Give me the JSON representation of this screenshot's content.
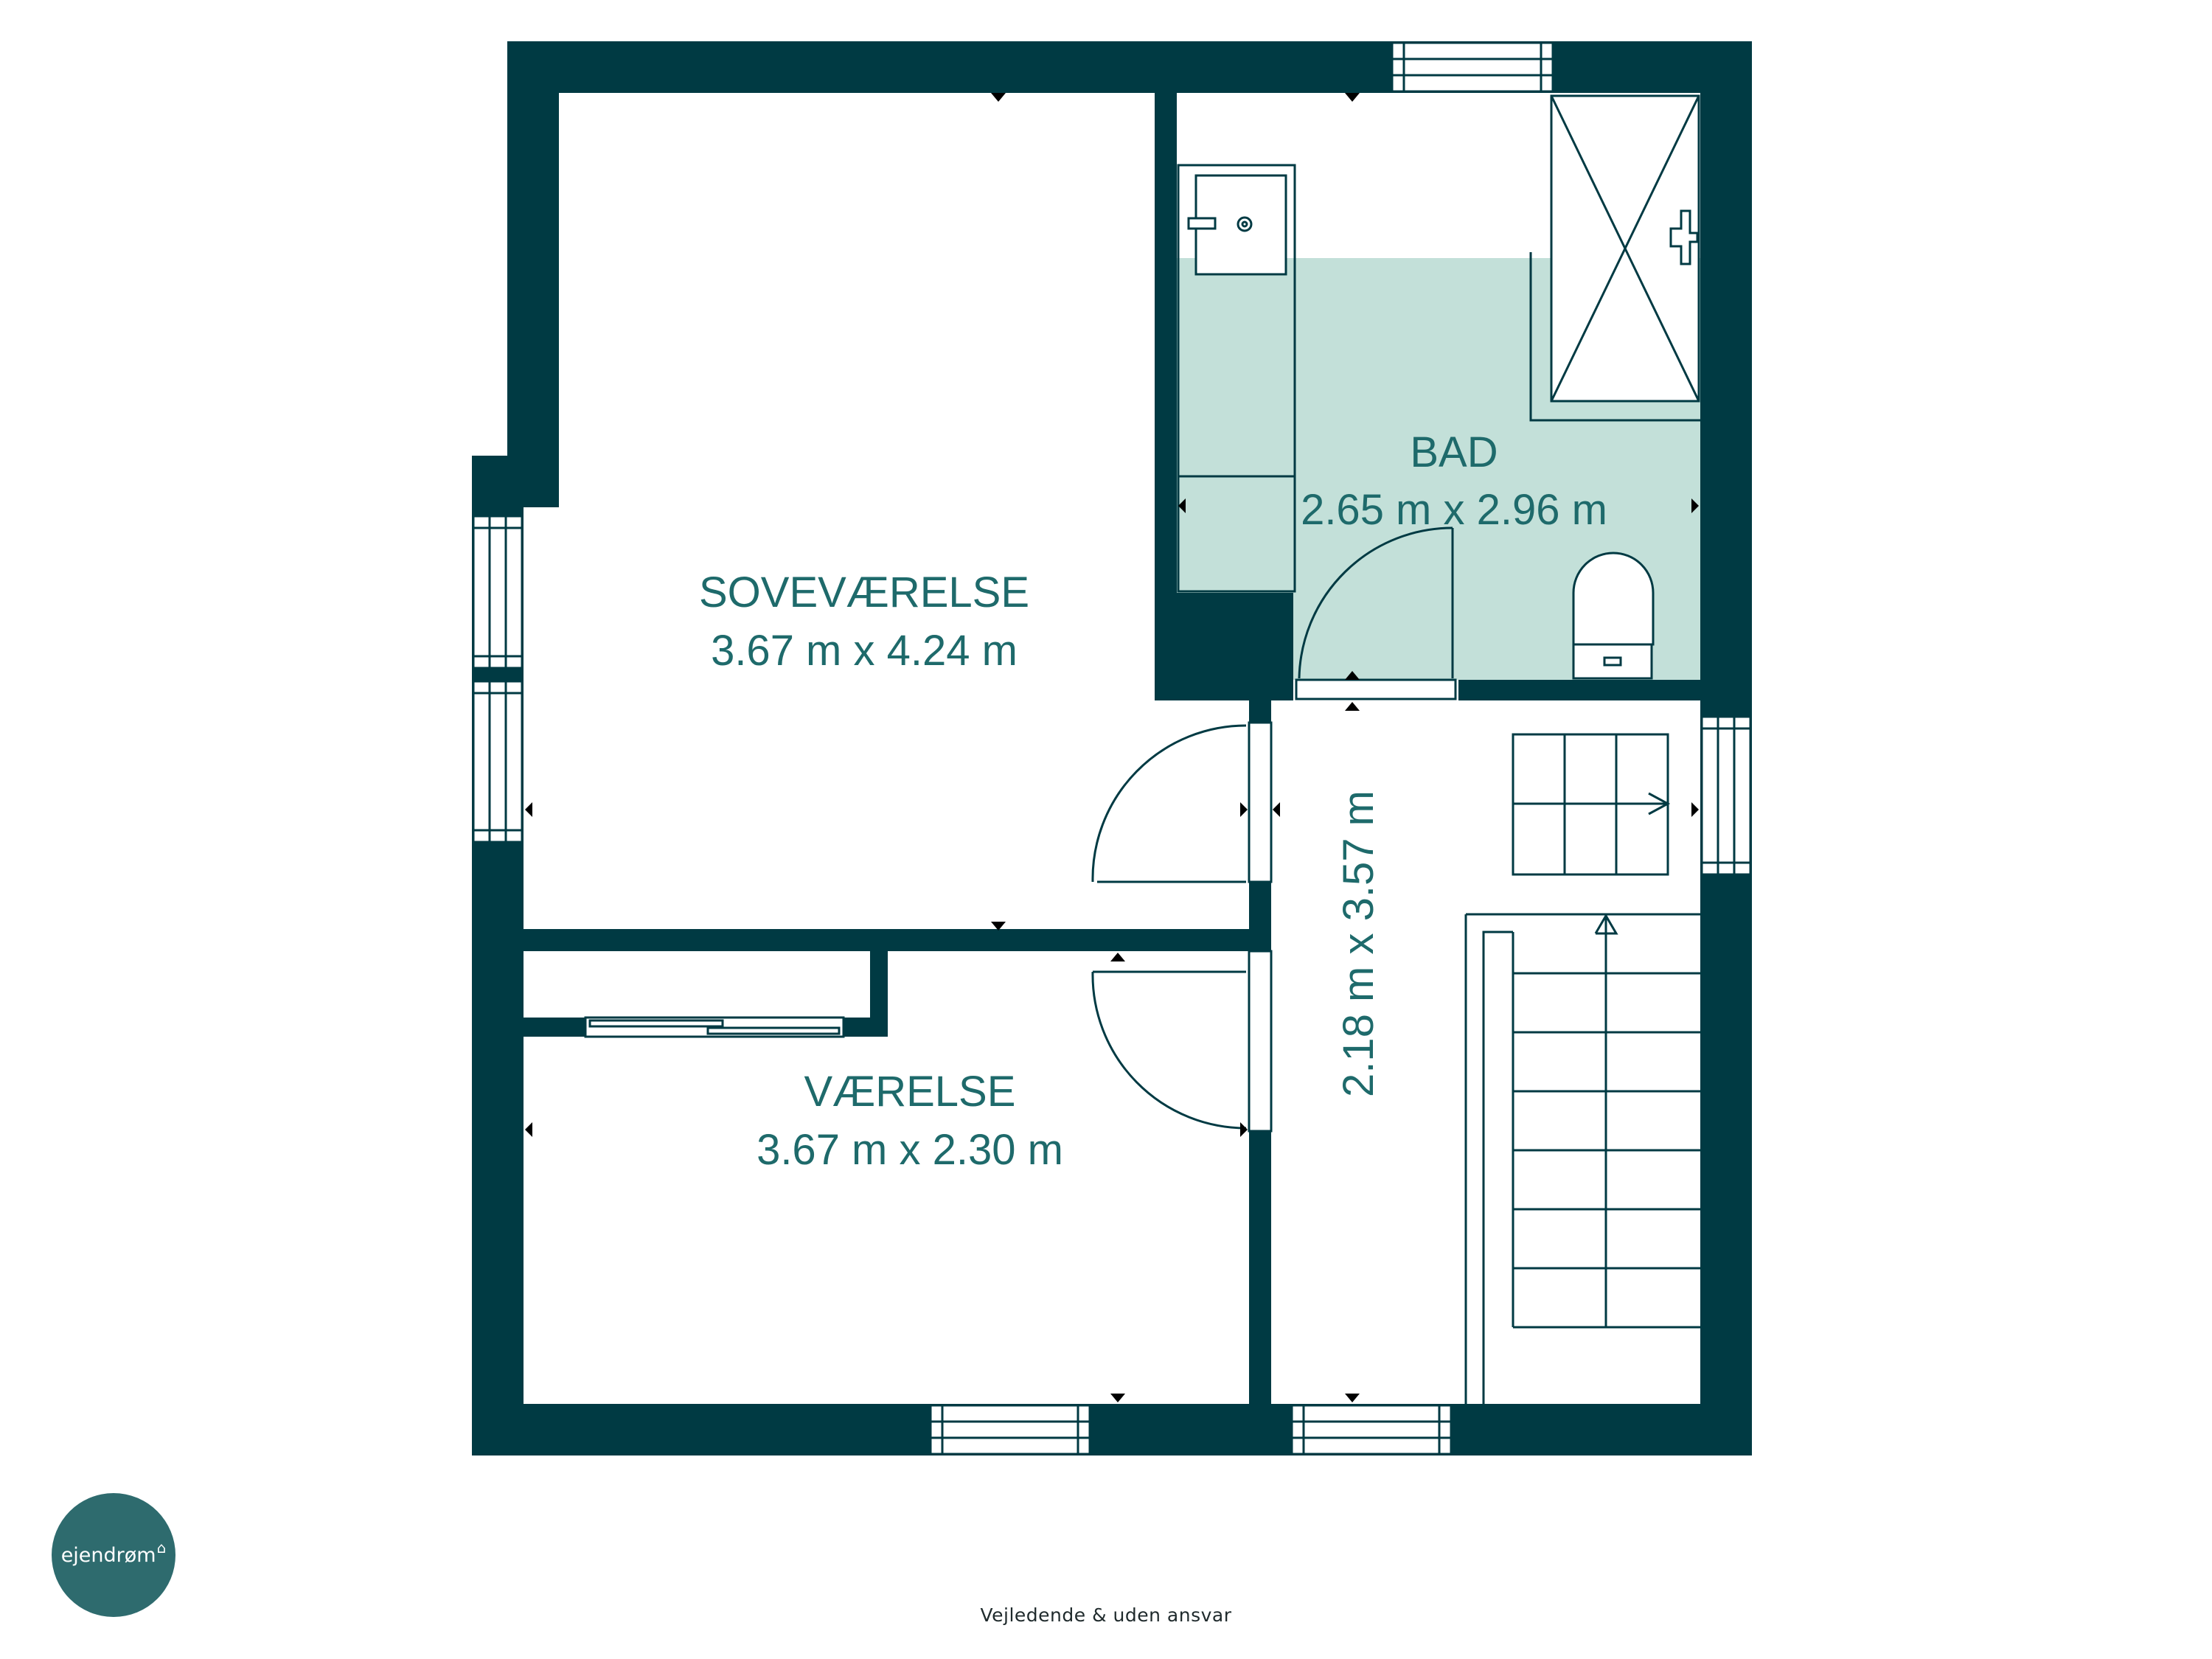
{
  "rooms": {
    "soveværelse": {
      "name": "SOVEVÆRELSE",
      "size": "3.67 m x 4.24 m"
    },
    "bad": {
      "name": "BAD",
      "size": "2.65 m x 2.96 m"
    },
    "værelse": {
      "name": "VÆRELSE",
      "size": "3.67 m x 2.30 m"
    },
    "gang": {
      "size": "2.18 m x 3.57 m"
    }
  },
  "brand": {
    "name": "ejendrøm",
    "house_glyph": "⌂"
  },
  "disclaimer": "Vejledende & uden ansvar",
  "colors": {
    "wall": "#003a43",
    "wet_zone": "#c3e0d9",
    "label": "#1e6a6b",
    "logo": "#2e6b6e"
  }
}
